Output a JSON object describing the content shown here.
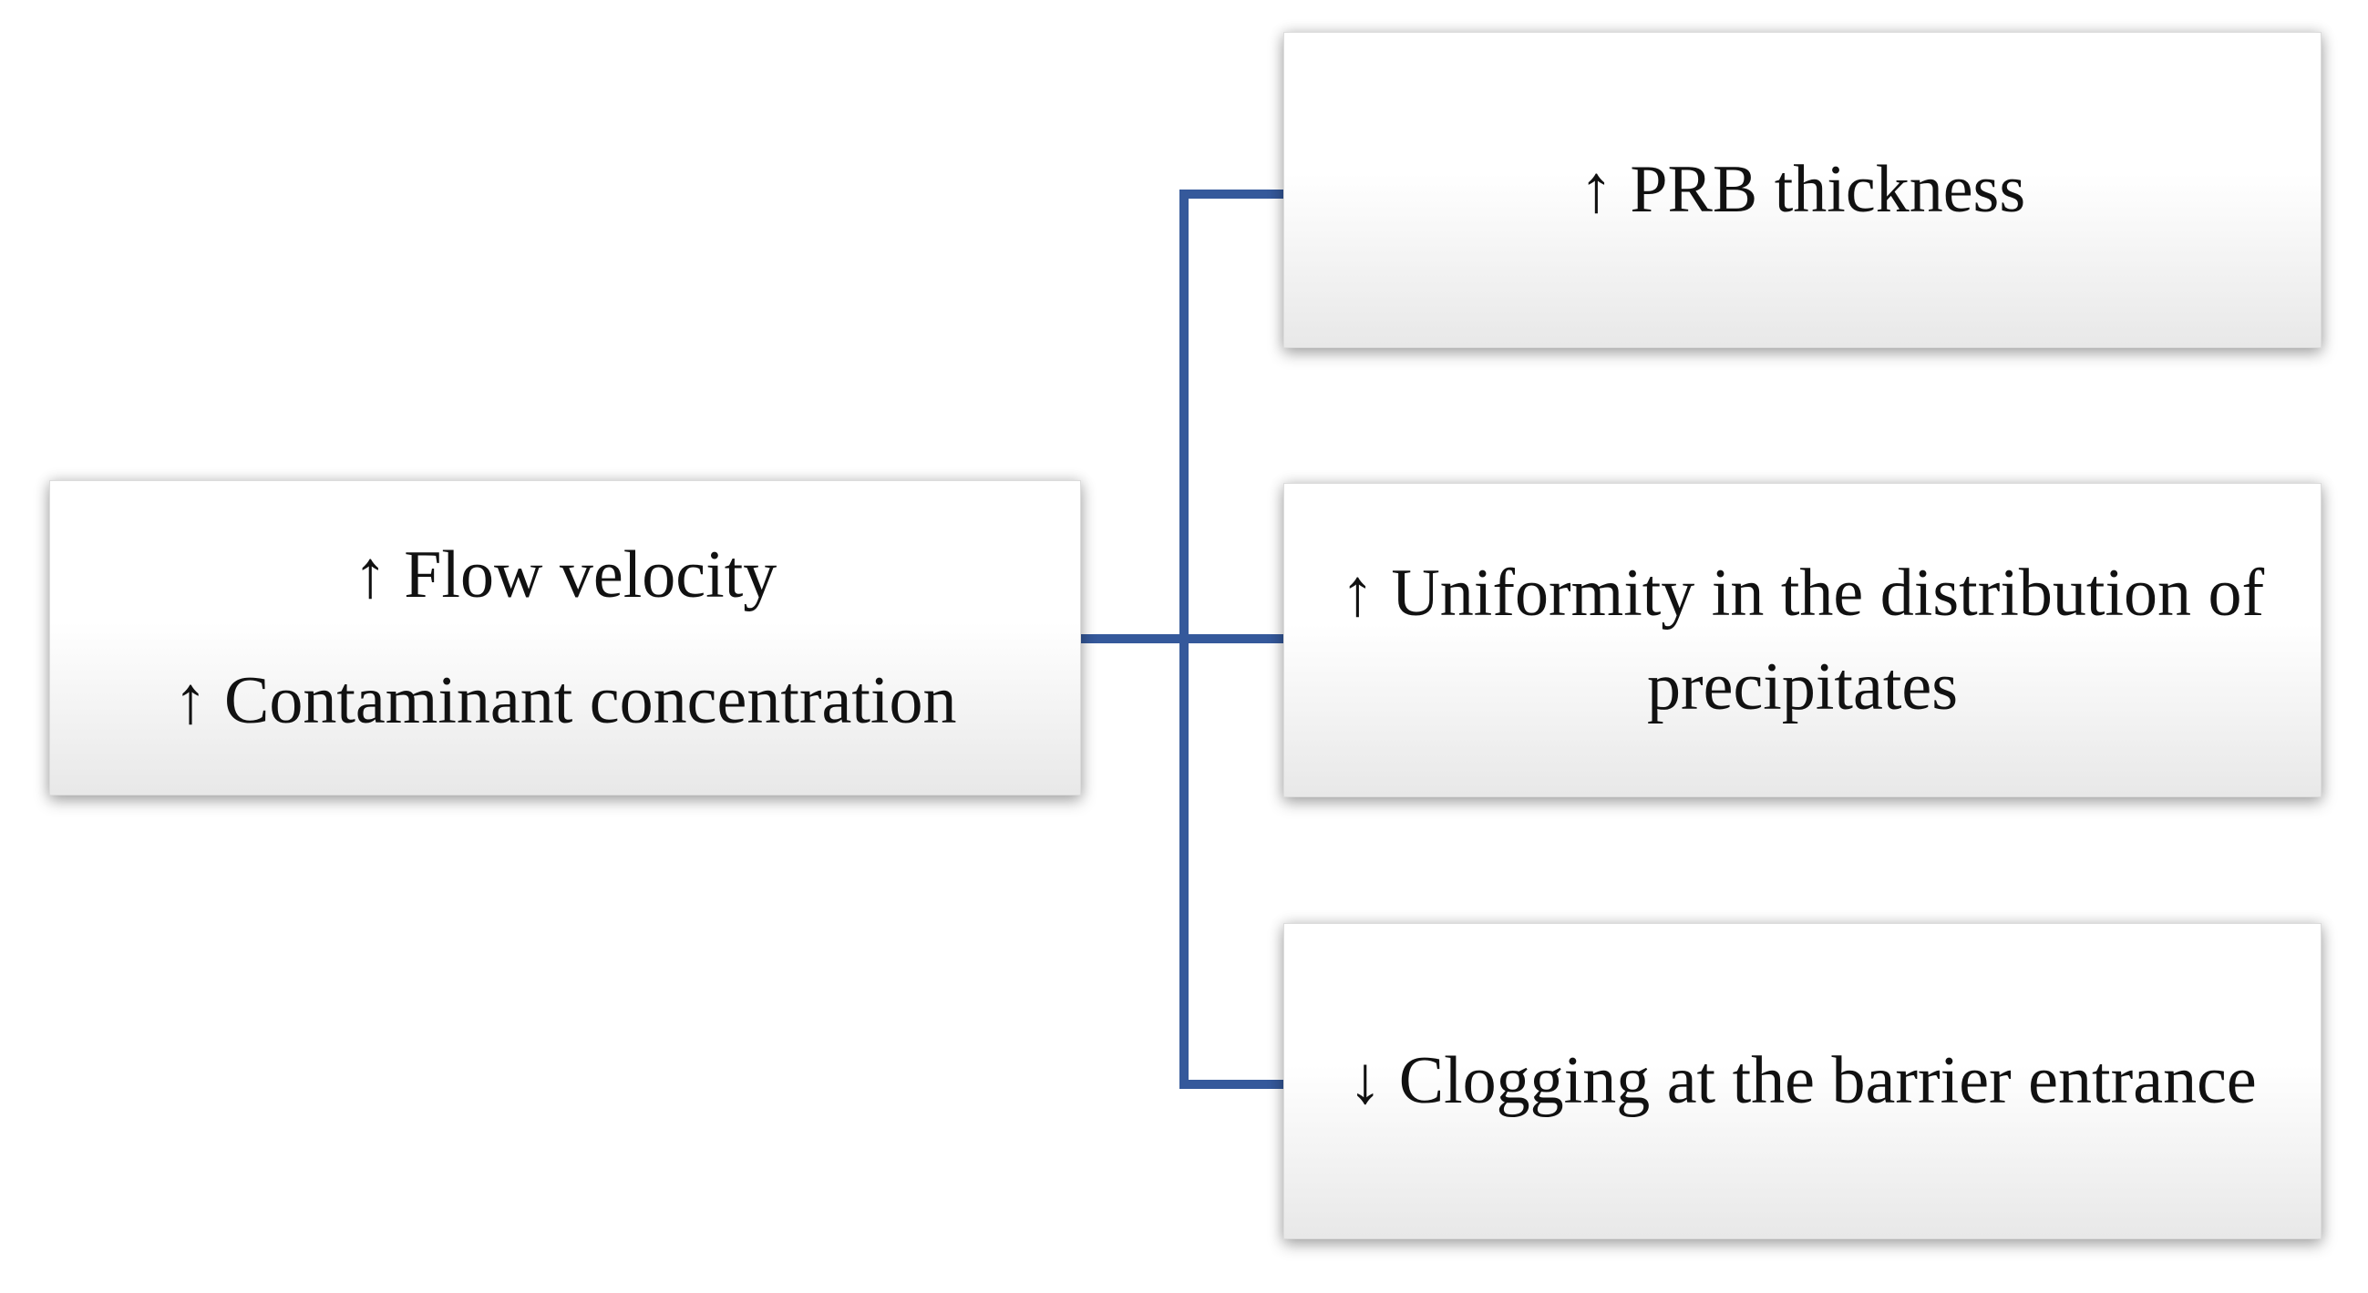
{
  "diagram": {
    "cause_box": {
      "lines": [
        "↑ Flow velocity",
        "↑ Contaminant concentration"
      ]
    },
    "effect_boxes": [
      {
        "label": "↑ PRB thickness"
      },
      {
        "label": "↑ Uniformity in the distribution of precipitates"
      },
      {
        "label": "↓ Clogging at the barrier entrance"
      }
    ],
    "colors": {
      "connector": "#35599B",
      "box_gradient_top": "#ffffff",
      "box_gradient_bottom": "#e8e8e8"
    }
  }
}
